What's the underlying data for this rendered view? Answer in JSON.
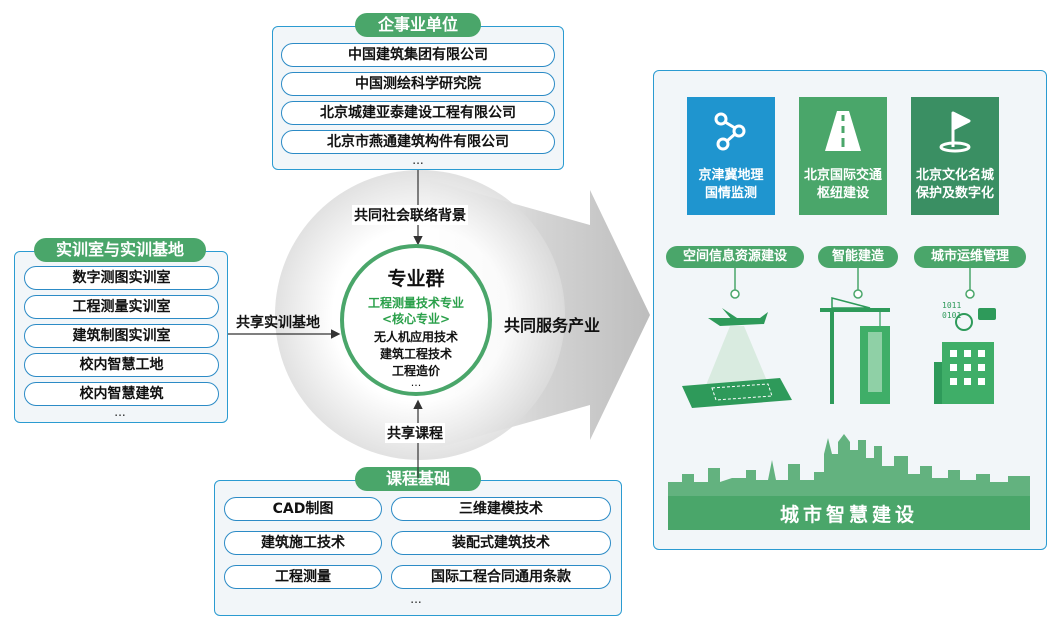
{
  "enterprises": {
    "title": "企事业单位",
    "items": [
      "中国建筑集团有限公司",
      "中国测绘科学研究院",
      "北京城建亚泰建设工程有限公司",
      "北京市燕通建筑构件有限公司"
    ],
    "more": "..."
  },
  "training_bases": {
    "title": "实训室与实训基地",
    "items": [
      "数字测图实训室",
      "工程测量实训室",
      "建筑制图实训室",
      "校内智慧工地",
      "校内智慧建筑"
    ],
    "more": "..."
  },
  "courses": {
    "title": "课程基础",
    "items": [
      "CAD制图",
      "三维建模技术",
      "建筑施工技术",
      "装配式建筑技术",
      "工程测量",
      "国际工程合同通用条款"
    ],
    "more": "..."
  },
  "links": {
    "top": "共同社会联络背景",
    "left": "共享实训基地",
    "bottom": "共享课程",
    "right": "共同服务产业"
  },
  "center": {
    "title": "专业群",
    "core_major": "工程测量技术专业",
    "core_tag": "<核心专业>",
    "majors": [
      "无人机应用技术",
      "建筑工程技术",
      "工程造价"
    ],
    "more": "..."
  },
  "industry": {
    "tiles": [
      {
        "icon": "route-nodes-icon",
        "line1": "京津冀地理",
        "line2": "国情监测",
        "color": "#1f95cf"
      },
      {
        "icon": "road-icon",
        "line1": "北京国际交通",
        "line2": "枢纽建设",
        "color": "#4aa66a"
      },
      {
        "icon": "flag-icon",
        "line1": "北京文化名城",
        "line2": "保护及数字化",
        "color": "#3a8f63"
      }
    ],
    "tags": [
      "空间信息资源建设",
      "智能建造",
      "城市运维管理"
    ],
    "banner": "城市智慧建设"
  }
}
